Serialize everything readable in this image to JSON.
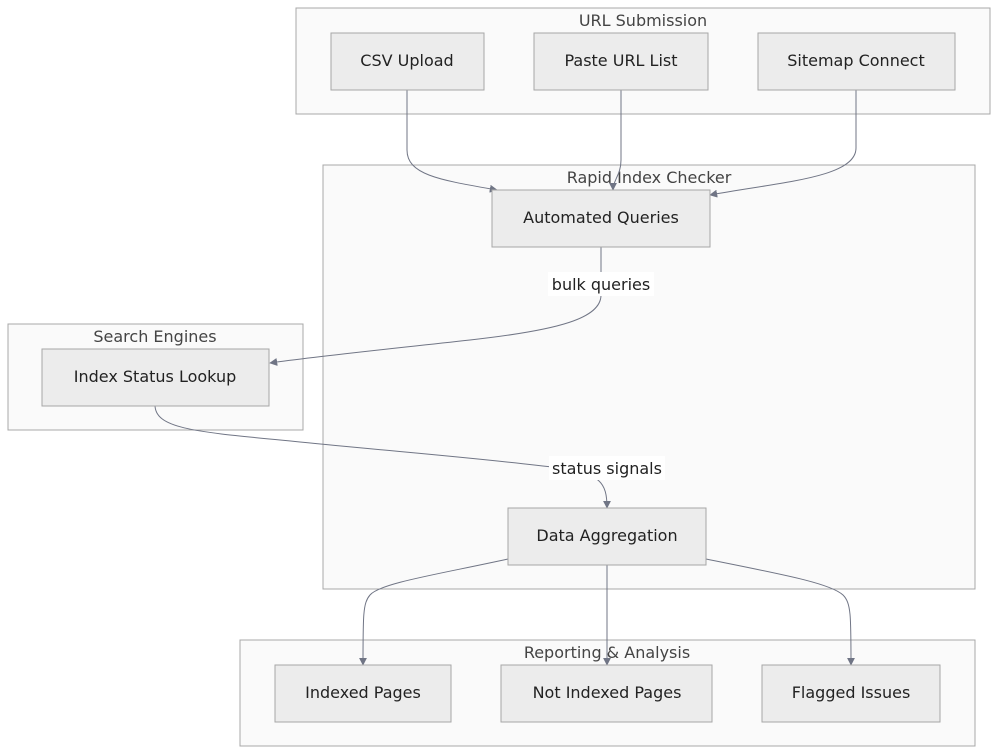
{
  "clusters": {
    "url_submission": {
      "title": "URL Submission"
    },
    "rapid_index_checker": {
      "title": "Rapid Index Checker"
    },
    "search_engines": {
      "title": "Search Engines"
    },
    "reporting_analysis": {
      "title": "Reporting & Analysis"
    }
  },
  "nodes": {
    "csv_upload": {
      "label": "CSV Upload"
    },
    "paste_url_list": {
      "label": "Paste URL List"
    },
    "sitemap_connect": {
      "label": "Sitemap Connect"
    },
    "automated_queries": {
      "label": "Automated Queries"
    },
    "index_status_lookup": {
      "label": "Index Status Lookup"
    },
    "data_aggregation": {
      "label": "Data Aggregation"
    },
    "indexed_pages": {
      "label": "Indexed Pages"
    },
    "not_indexed_pages": {
      "label": "Not Indexed Pages"
    },
    "flagged_issues": {
      "label": "Flagged Issues"
    }
  },
  "edges": {
    "bulk_queries": {
      "label": "bulk queries"
    },
    "status_signals": {
      "label": "status signals"
    }
  },
  "colors": {
    "cluster_fill": "#fafafa",
    "cluster_stroke": "#a8a8a8",
    "node_fill": "#ececec",
    "node_stroke": "#a6a6a6",
    "edge_stroke": "#707585"
  }
}
